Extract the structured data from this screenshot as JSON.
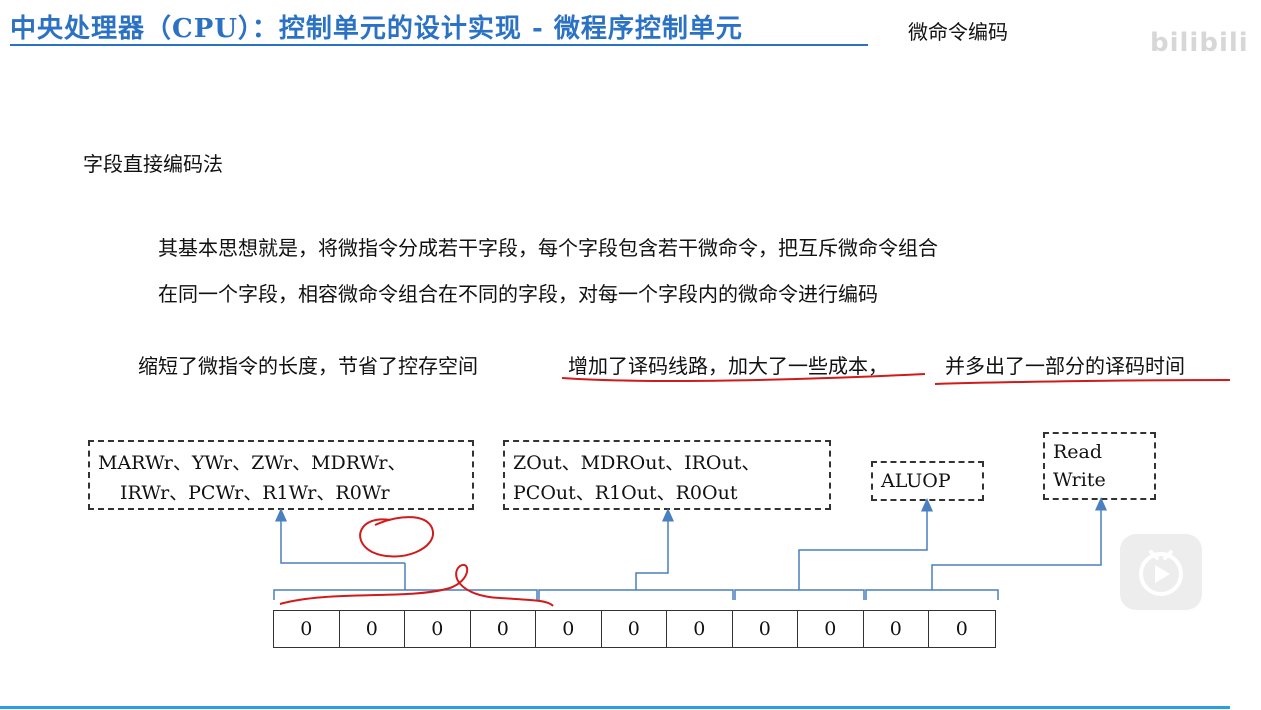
{
  "slide": {
    "title": "中央处理器（CPU）：控制单元的设计实现 - 微程序控制单元",
    "section_tag": "微命令编码",
    "watermark": "bilibili"
  },
  "content": {
    "heading": "字段直接编码法",
    "paragraph_line1": "其基本思想就是，将微指令分成若干字段，每个字段包含若干微命令，把互斥微命令组合",
    "paragraph_line2": "在同一个字段，相容微命令组合在不同的字段，对每一个字段内的微命令进行编码",
    "note_advantage": "缩短了微指令的长度，节省了控存空间",
    "note_cost": "增加了译码线路，加大了一些成本，",
    "note_time": "并多出了一部分的译码时间"
  },
  "diagram": {
    "field_groups": [
      {
        "line1": "MARWr、YWr、ZWr、MDRWr、",
        "line2": "IRWr、PCWr、R1Wr、R0Wr"
      },
      {
        "line1": "ZOut、MDROut、IROut、",
        "line2": "PCOut、R1Out、R0Out"
      },
      {
        "line1": "ALUOP",
        "line2": ""
      },
      {
        "line1": "Read",
        "line2": "Write"
      }
    ],
    "bits": [
      "0",
      "0",
      "0",
      "0",
      "0",
      "0",
      "0",
      "0",
      "0",
      "0",
      "0"
    ]
  },
  "colors": {
    "title": "#2b72c4",
    "arrow": "#4a7fc0",
    "annotation": "#d11a1a",
    "bottom_rule": "#2b9fe0"
  },
  "icons": {
    "player": "play-icon"
  }
}
